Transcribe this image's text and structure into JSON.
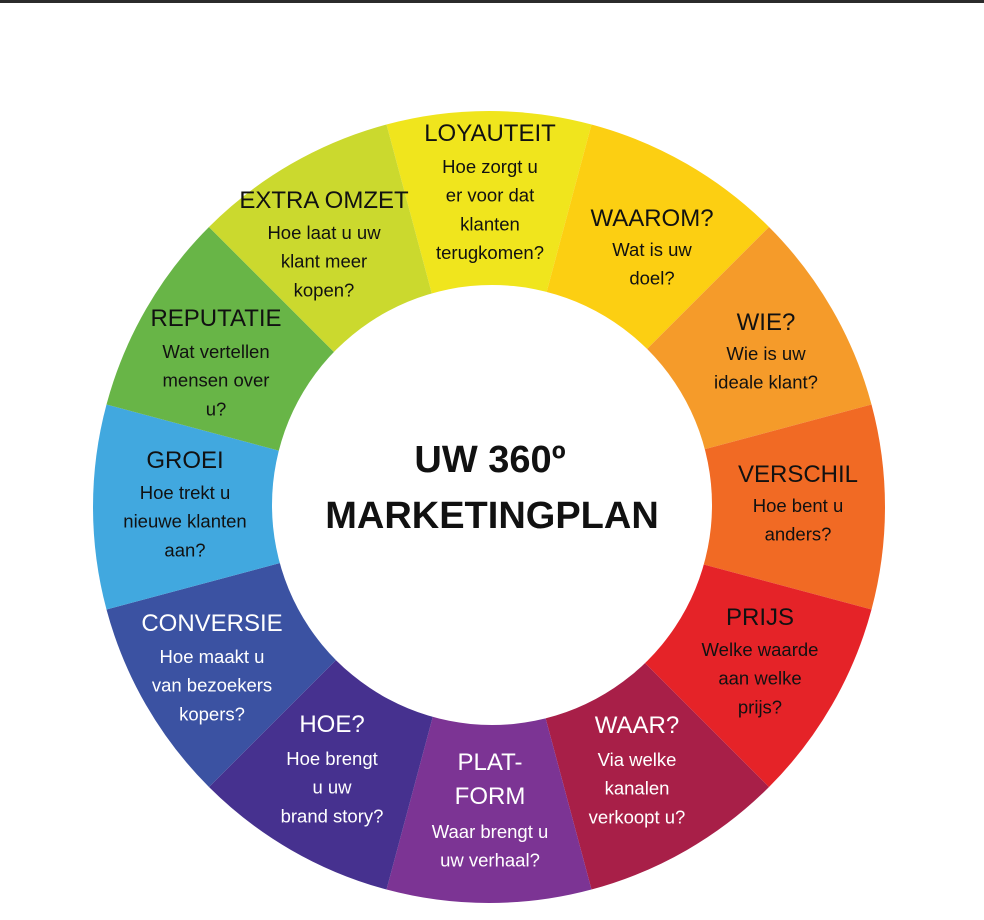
{
  "center": {
    "line1": "UW 360º",
    "line2": "MARKETINGPLAN"
  },
  "segments": [
    {
      "title": [
        "LOYAUTEIT"
      ],
      "desc": [
        "Hoe zorgt u",
        "er voor dat",
        "klanten",
        "terugkomen?"
      ],
      "color": "#f0e51d",
      "text_color": "#111111"
    },
    {
      "title": [
        "WAAROM?"
      ],
      "desc": [
        "Wat is uw",
        "doel?"
      ],
      "color": "#fccf12",
      "text_color": "#111111"
    },
    {
      "title": [
        "WIE?"
      ],
      "desc": [
        "Wie is uw",
        "ideale klant?"
      ],
      "color": "#f59b2a",
      "text_color": "#111111"
    },
    {
      "title": [
        "VERSCHIL"
      ],
      "desc": [
        "Hoe bent u",
        "anders?"
      ],
      "color": "#f16a24",
      "text_color": "#111111"
    },
    {
      "title": [
        "PRIJS"
      ],
      "desc": [
        "Welke waarde",
        "aan welke",
        "prijs?"
      ],
      "color": "#e52328",
      "text_color": "#111111"
    },
    {
      "title": [
        "WAAR?"
      ],
      "desc": [
        "Via welke",
        "kanalen",
        "verkoopt u?"
      ],
      "color": "#a81f48",
      "text_color": "#ffffff"
    },
    {
      "title": [
        "PLAT-",
        "FORM"
      ],
      "desc": [
        "Waar brengt u",
        "uw verhaal?"
      ],
      "color": "#7c3494",
      "text_color": "#ffffff"
    },
    {
      "title": [
        "HOE?"
      ],
      "desc": [
        "Hoe brengt",
        "u uw",
        "brand story?"
      ],
      "color": "#46318f",
      "text_color": "#ffffff"
    },
    {
      "title": [
        "CONVERSIE"
      ],
      "desc": [
        "Hoe maakt u",
        "van bezoekers",
        "kopers?"
      ],
      "color": "#3b52a2",
      "text_color": "#ffffff"
    },
    {
      "title": [
        "GROEI"
      ],
      "desc": [
        "Hoe trekt u",
        "nieuwe klanten",
        "aan?"
      ],
      "color": "#41a8df",
      "text_color": "#111111"
    },
    {
      "title": [
        "REPUTATIE"
      ],
      "desc": [
        "Wat vertellen",
        "mensen over",
        "u?"
      ],
      "color": "#68b547",
      "text_color": "#111111"
    },
    {
      "title": [
        "EXTRA OMZET"
      ],
      "desc": [
        "Hoe laat u uw",
        "klant meer",
        "kopen?"
      ],
      "color": "#cbd92e",
      "text_color": "#111111"
    }
  ]
}
